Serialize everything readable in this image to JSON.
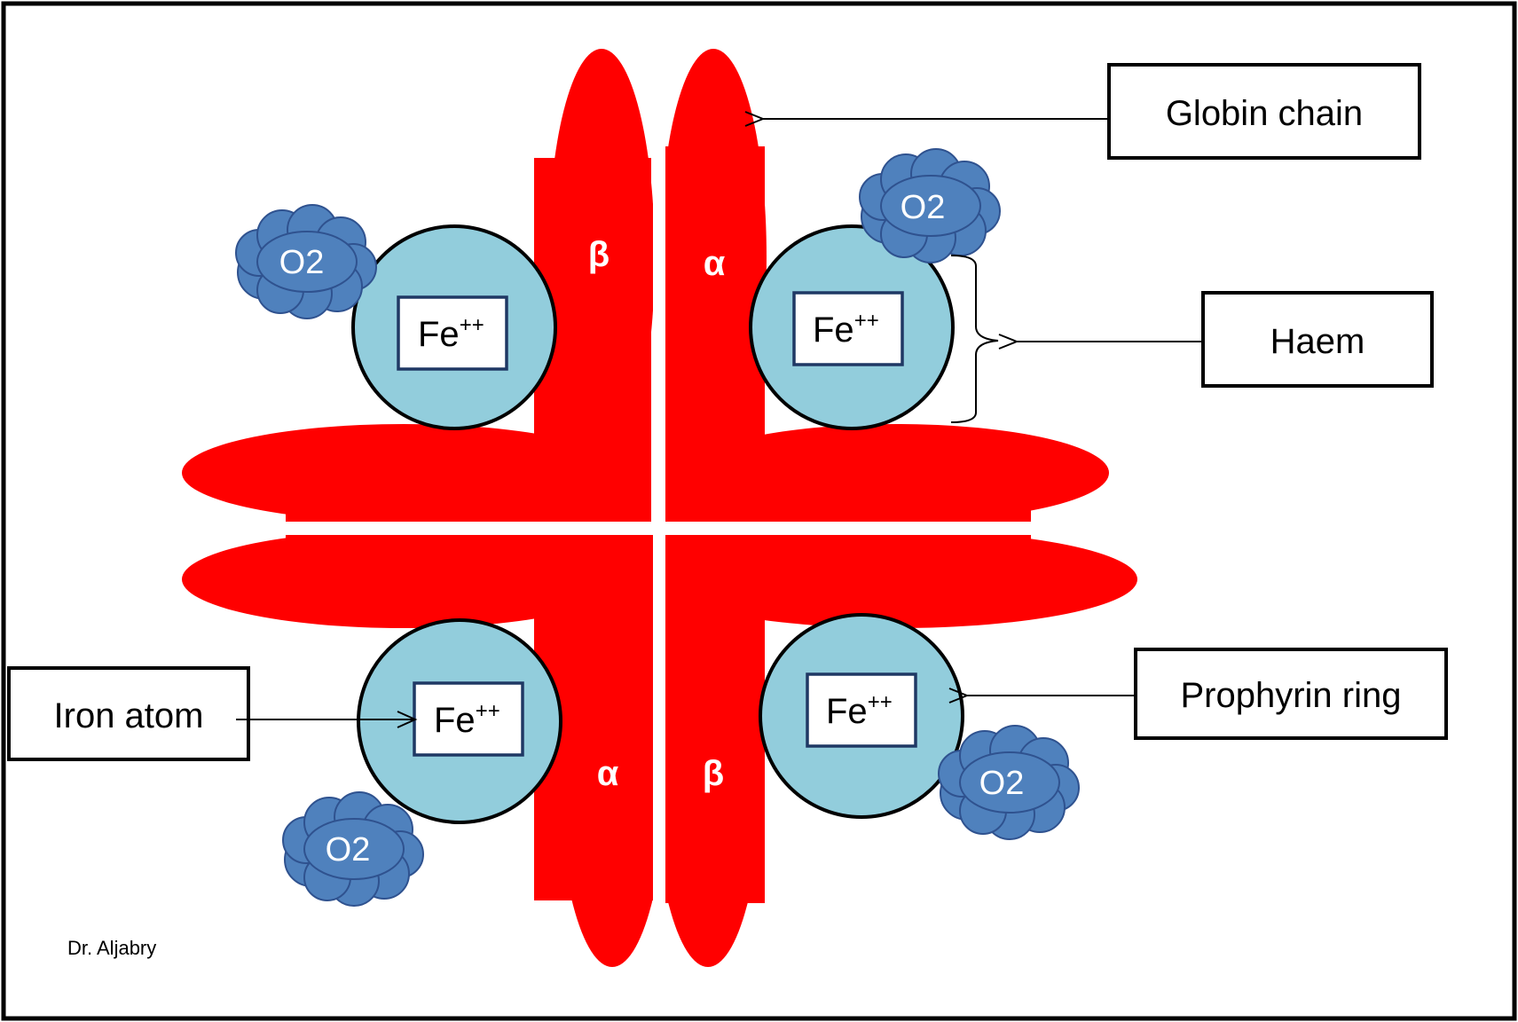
{
  "labels": {
    "globin_chain": "Globin chain",
    "haem": "Haem",
    "prophyrin_ring": "Prophyrin ring",
    "iron_atom": "Iron atom"
  },
  "haem_groups": {
    "top_left": {
      "fe": "Fe",
      "charge": "++",
      "o2": "O2"
    },
    "top_right": {
      "fe": "Fe",
      "charge": "++",
      "o2": "O2"
    },
    "bottom_left": {
      "fe": "Fe",
      "charge": "++",
      "o2": "O2"
    },
    "bottom_right": {
      "fe": "Fe",
      "charge": "++",
      "o2": "O2"
    }
  },
  "chains": {
    "top_left": "β",
    "top_right": "α",
    "bottom_left": "α",
    "bottom_right": "β"
  },
  "credit": "Dr. Aljabry",
  "colors": {
    "globin": "#ff0000",
    "haem": "#92cddc",
    "o2_cloud": "#4f81bd",
    "frame": "#000000"
  }
}
